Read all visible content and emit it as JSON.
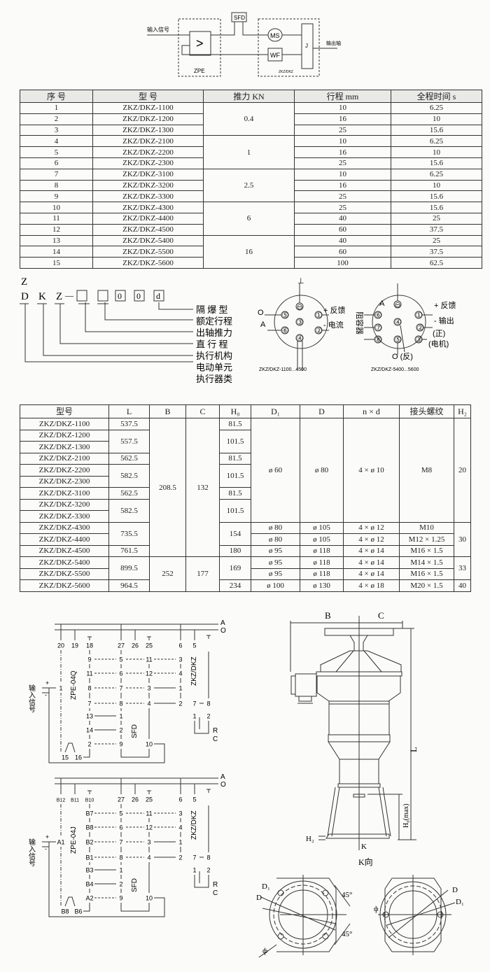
{
  "block_diagram": {
    "input_label": "输入信号",
    "output_label": "输出轴",
    "zpe": "ZPE",
    "sfd": "SFD",
    "ms": "MS",
    "wf": "WF",
    "j": "J",
    "zkz": "ZKZ/DKZ",
    "amp": ">"
  },
  "spec_table": {
    "headers": [
      "序 号",
      "型 号",
      "推力 KN",
      "行程 mm",
      "全程时间 s"
    ],
    "columns": [
      [
        {
          "v": "1",
          "n": 1
        },
        {
          "v": "2",
          "n": 1
        },
        {
          "v": "3",
          "n": 1
        },
        {
          "v": "4",
          "n": 1
        },
        {
          "v": "5",
          "n": 1
        },
        {
          "v": "6",
          "n": 1
        },
        {
          "v": "7",
          "n": 1
        },
        {
          "v": "8",
          "n": 1
        },
        {
          "v": "9",
          "n": 1
        },
        {
          "v": "10",
          "n": 1
        },
        {
          "v": "11",
          "n": 1
        },
        {
          "v": "12",
          "n": 1
        },
        {
          "v": "13",
          "n": 1
        },
        {
          "v": "14",
          "n": 1
        },
        {
          "v": "15",
          "n": 1
        }
      ],
      [
        {
          "v": "ZKZ/DKZ-1100",
          "n": 1
        },
        {
          "v": "ZKZ/DKZ-1200",
          "n": 1
        },
        {
          "v": "ZKZ/DKZ-1300",
          "n": 1
        },
        {
          "v": "ZKZ/DKZ-2100",
          "n": 1
        },
        {
          "v": "ZKZ/DKZ-2200",
          "n": 1
        },
        {
          "v": "ZKZ/DKZ-2300",
          "n": 1
        },
        {
          "v": "ZKZ/DKZ-3100",
          "n": 1
        },
        {
          "v": "ZKZ/DKZ-3200",
          "n": 1
        },
        {
          "v": "ZKZ/DKZ-3300",
          "n": 1
        },
        {
          "v": "ZKZ/DKZ-4300",
          "n": 1
        },
        {
          "v": "ZKZ/DKZ-4400",
          "n": 1
        },
        {
          "v": "ZKZ/DKZ-4500",
          "n": 1
        },
        {
          "v": "ZKZ/DKZ-5400",
          "n": 1
        },
        {
          "v": "ZKZ/DKZ-5500",
          "n": 1
        },
        {
          "v": "ZKZ/DKZ-5600",
          "n": 1
        }
      ],
      [
        {
          "v": "0.4",
          "n": 3
        },
        {
          "v": "1",
          "n": 3
        },
        {
          "v": "2.5",
          "n": 3
        },
        {
          "v": "6",
          "n": 3
        },
        {
          "v": "16",
          "n": 3
        }
      ],
      [
        {
          "v": "10",
          "n": 1
        },
        {
          "v": "16",
          "n": 1
        },
        {
          "v": "25",
          "n": 1
        },
        {
          "v": "10",
          "n": 1
        },
        {
          "v": "16",
          "n": 1
        },
        {
          "v": "25",
          "n": 1
        },
        {
          "v": "10",
          "n": 1
        },
        {
          "v": "16",
          "n": 1
        },
        {
          "v": "25",
          "n": 1
        },
        {
          "v": "25",
          "n": 1
        },
        {
          "v": "40",
          "n": 1
        },
        {
          "v": "60",
          "n": 1
        },
        {
          "v": "40",
          "n": 1
        },
        {
          "v": "60",
          "n": 1
        },
        {
          "v": "100",
          "n": 1
        }
      ],
      [
        {
          "v": "6.25",
          "n": 1
        },
        {
          "v": "10",
          "n": 1
        },
        {
          "v": "15.6",
          "n": 1
        },
        {
          "v": "6.25",
          "n": 1
        },
        {
          "v": "10",
          "n": 1
        },
        {
          "v": "15.6",
          "n": 1
        },
        {
          "v": "6.25",
          "n": 1
        },
        {
          "v": "10",
          "n": 1
        },
        {
          "v": "15.6",
          "n": 1
        },
        {
          "v": "15.6",
          "n": 1
        },
        {
          "v": "25",
          "n": 1
        },
        {
          "v": "37.5",
          "n": 1
        },
        {
          "v": "25",
          "n": 1
        },
        {
          "v": "37.5",
          "n": 1
        },
        {
          "v": "62.5",
          "n": 1
        }
      ]
    ]
  },
  "model_code": {
    "top_letter": "Z",
    "letters": [
      "D",
      "K",
      "Z"
    ],
    "dash": "—",
    "boxes": [
      "",
      "",
      "0",
      "0",
      "d"
    ],
    "labels": [
      "隔 爆 型",
      "额定行程",
      "出轴推力",
      "直 行 程",
      "执行机构",
      "电动单元",
      "执行器类"
    ]
  },
  "pin_diagram_1": {
    "caption": "ZKZ/DKZ-1100...4500",
    "pins": [
      "⊖",
      "①",
      "②",
      "③",
      "④",
      "⑤",
      "⑥"
    ],
    "labels": {
      "o": "O",
      "a": "A",
      "feedback": "+ 反馈",
      "current": "- 电流",
      "ground": "⊥"
    }
  },
  "pin_diagram_2": {
    "caption": "ZKZ/DKZ-5400...5600",
    "pins": [
      "⊖",
      "①",
      "②",
      "③",
      "④",
      "⑤",
      "⑥",
      "⑦",
      "⑧"
    ],
    "labels": {
      "a": "A",
      "feedback": "+ 反馈",
      "output": "- 输出",
      "pos": "(正)",
      "motor": "(电机)",
      "rc": "阻容器",
      "neg": "O (反)"
    }
  },
  "dim_table": {
    "headers": [
      "型号",
      "L",
      "B",
      "C",
      "H₀",
      "D₁",
      "D",
      "n × d",
      "接头螺纹",
      "H₂"
    ],
    "columns": [
      [
        {
          "v": "ZKZ/DKZ-1100",
          "n": 1
        },
        {
          "v": "ZKZ/DKZ-1200",
          "n": 1
        },
        {
          "v": "ZKZ/DKZ-1300",
          "n": 1
        },
        {
          "v": "ZKZ/DKZ-2100",
          "n": 1
        },
        {
          "v": "ZKZ/DKZ-2200",
          "n": 1
        },
        {
          "v": "ZKZ/DKZ-2300",
          "n": 1
        },
        {
          "v": "ZKZ/DKZ-3100",
          "n": 1
        },
        {
          "v": "ZKZ/DKZ-3200",
          "n": 1
        },
        {
          "v": "ZKZ/DKZ-3300",
          "n": 1
        },
        {
          "v": "ZKZ/DKZ-4300",
          "n": 1
        },
        {
          "v": "ZKZ/DKZ-4400",
          "n": 1
        },
        {
          "v": "ZKZ/DKZ-4500",
          "n": 1
        },
        {
          "v": "ZKZ/DKZ-5400",
          "n": 1
        },
        {
          "v": "ZKZ/DKZ-5500",
          "n": 1
        },
        {
          "v": "ZKZ/DKZ-5600",
          "n": 1
        }
      ],
      [
        {
          "v": "537.5",
          "n": 1
        },
        {
          "v": "557.5",
          "n": 2
        },
        {
          "v": "562.5",
          "n": 1
        },
        {
          "v": "582.5",
          "n": 2
        },
        {
          "v": "562.5",
          "n": 1
        },
        {
          "v": "582.5",
          "n": 2
        },
        {
          "v": "735.5",
          "n": 2
        },
        {
          "v": "761.5",
          "n": 1
        },
        {
          "v": "899.5",
          "n": 2
        },
        {
          "v": "964.5",
          "n": 1
        }
      ],
      [
        {
          "v": "208.5",
          "n": 12
        },
        {
          "v": "252",
          "n": 3
        }
      ],
      [
        {
          "v": "132",
          "n": 12
        },
        {
          "v": "177",
          "n": 3
        }
      ],
      [
        {
          "v": "81.5",
          "n": 1
        },
        {
          "v": "101.5",
          "n": 2
        },
        {
          "v": "81.5",
          "n": 1
        },
        {
          "v": "101.5",
          "n": 2
        },
        {
          "v": "81.5",
          "n": 1
        },
        {
          "v": "101.5",
          "n": 2
        },
        {
          "v": "154",
          "n": 2
        },
        {
          "v": "180",
          "n": 1
        },
        {
          "v": "169",
          "n": 2
        },
        {
          "v": "234",
          "n": 1
        }
      ],
      [
        {
          "v": "ø 60",
          "n": 9
        },
        {
          "v": "ø 80",
          "n": 1
        },
        {
          "v": "ø 80",
          "n": 1
        },
        {
          "v": "ø 95",
          "n": 1
        },
        {
          "v": "ø 95",
          "n": 1
        },
        {
          "v": "ø 95",
          "n": 1
        },
        {
          "v": "ø 100",
          "n": 1
        }
      ],
      [
        {
          "v": "ø 80",
          "n": 9
        },
        {
          "v": "ø 105",
          "n": 1
        },
        {
          "v": "ø 105",
          "n": 1
        },
        {
          "v": "ø 118",
          "n": 1
        },
        {
          "v": "ø 118",
          "n": 1
        },
        {
          "v": "ø 118",
          "n": 1
        },
        {
          "v": "ø 130",
          "n": 1
        }
      ],
      [
        {
          "v": "4 × ø 10",
          "n": 9
        },
        {
          "v": "4 × ø 12",
          "n": 1
        },
        {
          "v": "4 × ø 12",
          "n": 1
        },
        {
          "v": "4 × ø 14",
          "n": 1
        },
        {
          "v": "4 × ø 14",
          "n": 1
        },
        {
          "v": "4 × ø 14",
          "n": 1
        },
        {
          "v": "4 × ø 18",
          "n": 1
        }
      ],
      [
        {
          "v": "M8",
          "n": 9
        },
        {
          "v": "M10",
          "n": 1
        },
        {
          "v": "M12 × 1.25",
          "n": 1
        },
        {
          "v": "M16 × 1.5",
          "n": 1
        },
        {
          "v": "M14 × 1.5",
          "n": 1
        },
        {
          "v": "M16 × 1.5",
          "n": 1
        },
        {
          "v": "M20 × 1.5",
          "n": 1
        }
      ],
      [
        {
          "v": "20",
          "n": 9
        },
        {
          "v": "30",
          "n": 3
        },
        {
          "v": "33",
          "n": 2
        },
        {
          "v": "40",
          "n": 1
        }
      ]
    ]
  },
  "wiring_1": {
    "controller": "ZPE-04Q",
    "sfd": "SFD",
    "actuator": "ZKZ/DKZ",
    "bus": [
      "A",
      "O"
    ],
    "input_label": "输入信号",
    "plus": "+",
    "minus": "-",
    "r": "R",
    "c": "C",
    "top": [
      "20",
      "19",
      "18",
      "27",
      "26",
      "25",
      "6",
      "5",
      ""
    ],
    "col1": [
      "9",
      "11",
      "8",
      "7",
      "13",
      "14",
      "2"
    ],
    "col2": [
      "5",
      "6",
      "7",
      "8",
      "1",
      "2",
      "9"
    ],
    "col3": [
      "11",
      "12",
      "3",
      "4",
      "10"
    ],
    "col4": [
      "3",
      "4",
      "1",
      "2"
    ],
    "rc": [
      "7",
      "8",
      "1",
      "2"
    ],
    "input": "1",
    "bottom": [
      "15",
      "16"
    ]
  },
  "wiring_2": {
    "controller": "ZPE-04J",
    "sfd": "SFD",
    "actuator": "ZKZ/DKZ",
    "bus": [
      "A",
      "O"
    ],
    "input_label": "输入信号",
    "plus": "+",
    "minus": "-",
    "r": "R",
    "c": "C",
    "top": [
      "B12",
      "B11",
      "B10",
      "27",
      "26",
      "25",
      "6",
      "5",
      ""
    ],
    "col1": [
      "B7",
      "B8",
      "B2",
      "B1",
      "B3",
      "B4",
      "A2"
    ],
    "col2": [
      "5",
      "6",
      "7",
      "8",
      "1",
      "2",
      "9"
    ],
    "col3": [
      "11",
      "12",
      "3",
      "4",
      "10"
    ],
    "col4": [
      "3",
      "4",
      "1",
      "2"
    ],
    "rc": [
      "7",
      "8",
      "1",
      "2"
    ],
    "input": "A1",
    "bottom": [
      "B8",
      "B6"
    ]
  },
  "outline_drawing": {
    "b": "B",
    "c": "C",
    "l": "L",
    "h0": "H₀(max)",
    "h2": "H₂",
    "k": "K",
    "k_view": "K向",
    "d": "D",
    "d1": "D₁",
    "phi": "ф",
    "angle_1": "45°",
    "angle_2": "45°"
  }
}
